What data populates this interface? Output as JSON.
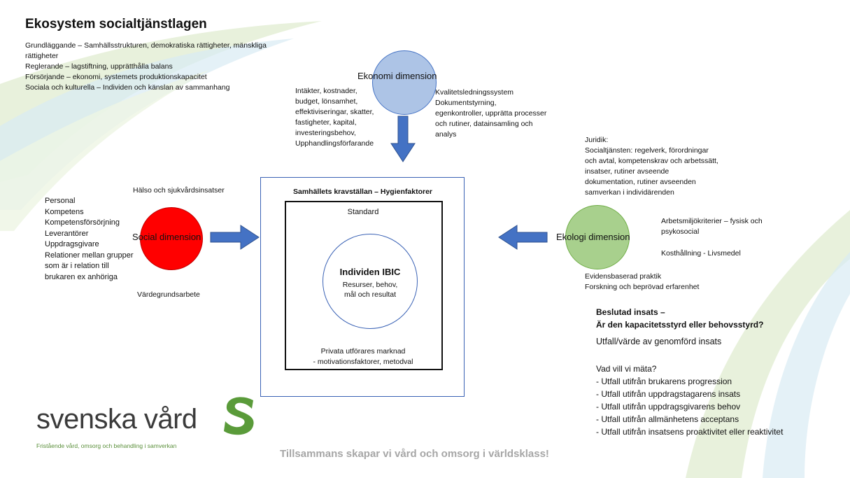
{
  "title": "Ekosystem socialtjänstlagen",
  "intro_lines": [
    "Grundläggande  – Samhällsstrukturen, demokratiska rättigheter, mänskliga",
    "rättigheter",
    "Reglerande  – lagstiftning, upprätthålla balans",
    "Försörjande  – ekonomi, systemets produktionskapacitet",
    "Sociala och kulturella  – Individen och känslan av sammanhang"
  ],
  "economy": {
    "label": "Ekonomi dimension",
    "color": "#adc4e6",
    "left_lines": [
      "Intäkter, kostnader,",
      "budget, lönsamhet,",
      "effektiviseringar, skatter,",
      "fastigheter, kapital,",
      "investeringsbehov,",
      "Upphandlingsförfarande"
    ],
    "right_lines": [
      "Kvalitetsledningssystem",
      "Dokumentstyrning,",
      "egenkontroller, upprätta processer",
      "och rutiner, datainsamling och",
      "analys"
    ]
  },
  "social": {
    "label": "Social dimension",
    "color": "#ff0000",
    "health": "Hälso och sjukvårdsinsatser",
    "lines": [
      "Personal",
      "Kompetens",
      "Kompetensförsörjning",
      "Leverantörer",
      "Uppdragsgivare",
      "Relationer mellan grupper",
      "som är i relation till",
      "brukaren ex anhöriga"
    ],
    "values": "Värdegrundsarbete"
  },
  "ecology": {
    "label": "Ekologi dimension",
    "color": "#a8d08d",
    "juridik_lines": [
      "Juridik:",
      "Socialtjänsten: regelverk, förordningar",
      "och avtal, kompetenskrav och arbetssätt,",
      "insatser, rutiner avseende",
      "dokumentation, rutiner avseenden",
      "samverkan i individärenden"
    ],
    "work_lines": [
      "Arbetsmiljökriterier  – fysisk och",
      "psykosocial"
    ],
    "food": "Kosthållning  - Livsmedel",
    "evidence_lines": [
      "Evidensbaserad praktik",
      "Forskning och beprövad erfarenhet"
    ]
  },
  "center": {
    "box_title": "Samhällets kravställan  – Hygienfaktorer",
    "standard": "Standard",
    "individ_title": "Individen IBIC",
    "individ_sub": [
      "Resurser, behov,",
      "mål och resultat"
    ],
    "private_lines": [
      "Privata utförares marknad",
      "- motivationsfaktorer, metodval"
    ]
  },
  "decision": {
    "title_lines": [
      "Beslutad insats  –",
      "Är den kapacitetsstyrd eller behovsstyrd?"
    ],
    "outcome": "Utfall/värde av genomförd insats",
    "measure_lines": [
      "Vad vill vi mäta?",
      "- Utfall utifrån brukarens progression",
      "- Utfall utifrån uppdragstagarens insats",
      "- Utfall utifrån uppdragsgivarens behov",
      "- Utfall utifrån allmänhetens acceptans",
      "- Utfall utifrån insatsens proaktivitet eller reaktivitet"
    ]
  },
  "logo": {
    "name": "svenska vård",
    "tagline": "Fristående vård, omsorg och behandling i samverkan",
    "color": "#5a9b3a"
  },
  "slogan": "Tillsammans skapar vi vård och omsorg i världsklass!",
  "arrow_color": "#4472c4"
}
